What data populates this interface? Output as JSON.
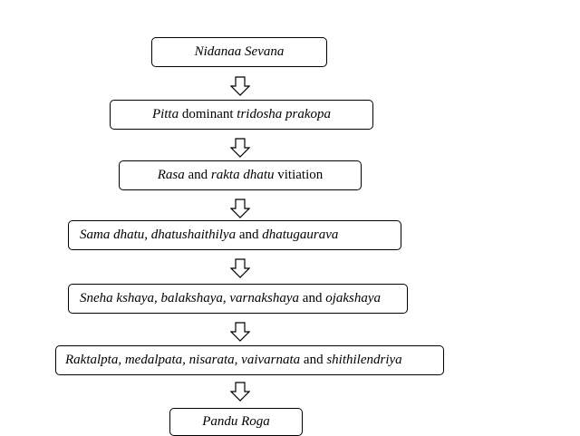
{
  "nodes": [
    {
      "segments": [
        {
          "text": "Nidanaa Sevana",
          "italic": true
        }
      ]
    },
    {
      "segments": [
        {
          "text": "Pitta",
          "italic": true
        },
        {
          "text": " dominant ",
          "italic": false
        },
        {
          "text": "tridosha prakopa",
          "italic": true
        }
      ]
    },
    {
      "segments": [
        {
          "text": "Rasa",
          "italic": true
        },
        {
          "text": " and ",
          "italic": false
        },
        {
          "text": "rakta dhatu",
          "italic": true
        },
        {
          "text": " vitiation",
          "italic": false
        }
      ]
    },
    {
      "segments": [
        {
          "text": "Sama dhatu, dhatushaithilya",
          "italic": true
        },
        {
          "text": " and ",
          "italic": false
        },
        {
          "text": "dhatugaurava",
          "italic": true
        }
      ]
    },
    {
      "segments": [
        {
          "text": "Sneha kshaya, balakshaya, varnakshaya",
          "italic": true
        },
        {
          "text": " and ",
          "italic": false
        },
        {
          "text": "ojakshaya",
          "italic": true
        }
      ]
    },
    {
      "segments": [
        {
          "text": "Raktalpta, medalpata, nisarata, vaivarnata",
          "italic": true
        },
        {
          "text": " and ",
          "italic": false
        },
        {
          "text": "shithilendriya",
          "italic": true
        }
      ]
    },
    {
      "segments": [
        {
          "text": "Pandu Roga",
          "italic": true
        }
      ]
    }
  ],
  "arrow_icon": "hollow-down-arrow-icon"
}
